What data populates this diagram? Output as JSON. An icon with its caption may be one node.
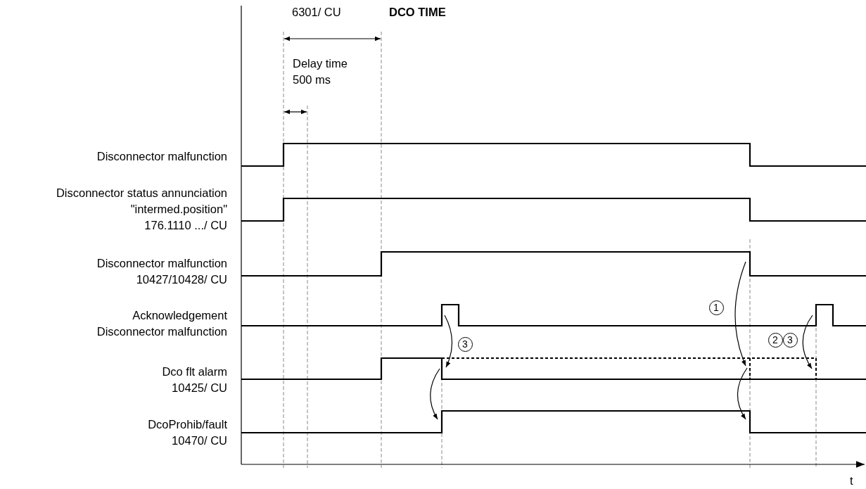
{
  "diagram": {
    "labels": [
      "6301/ CU",
      "DCO TIME",
      "Delay time 500 ms",
      "Disconnector malfunction",
      "Disconnector status annunciation \"intermed.position\" 176.1110 .../ CU",
      "Disconnector malfunction 10427/10428/ CU",
      "Acknowledgement Disconnector malfunction",
      "1",
      "3",
      "2",
      "3",
      "Dco flt alarm 10425/ CU",
      "DcoProhib/fault 10470/ CU",
      "t"
    ]
  }
}
